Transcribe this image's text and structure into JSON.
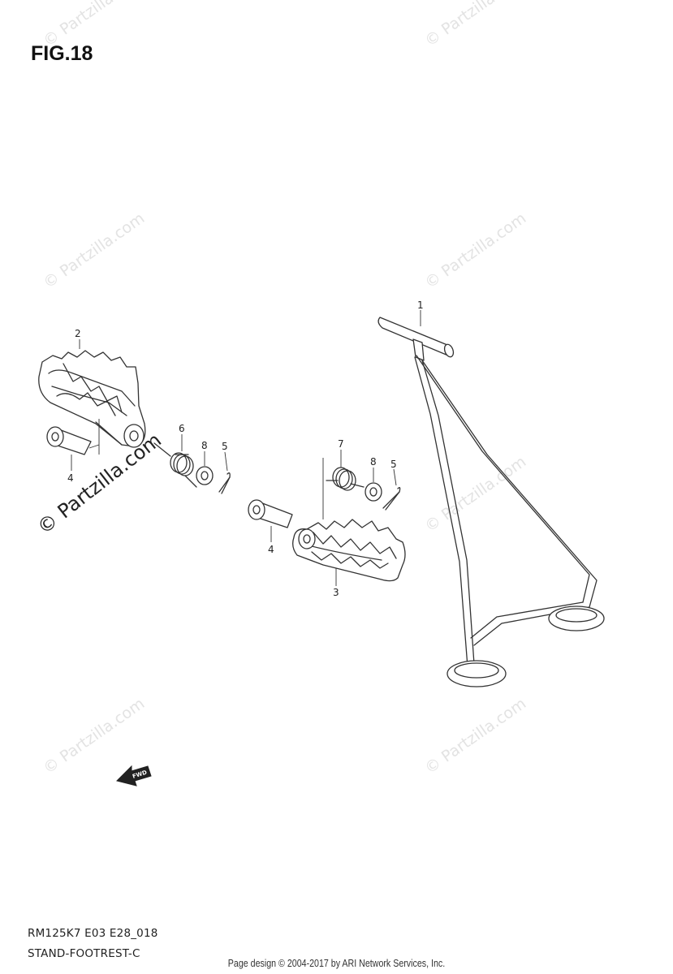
{
  "figure": {
    "title": "FIG.18"
  },
  "footer_info": {
    "model_code": "RM125K7 E03 E28_018",
    "section_name": "STAND-FOOTREST-C",
    "page_credit": "Page design © 2004-2017 by ARI Network Services, Inc."
  },
  "watermark": {
    "text": "© Partzilla.com"
  },
  "callouts": {
    "stand": "1",
    "left_footrest": "2",
    "right_footrest": "3",
    "left_pin": "4",
    "right_pin": "4",
    "left_cotter_pin": "5",
    "right_cotter_pin": "5",
    "left_spring": "6",
    "right_spring": "7",
    "left_washer": "8",
    "right_washer": "8"
  },
  "direction_arrow": {
    "label": "FWD"
  }
}
